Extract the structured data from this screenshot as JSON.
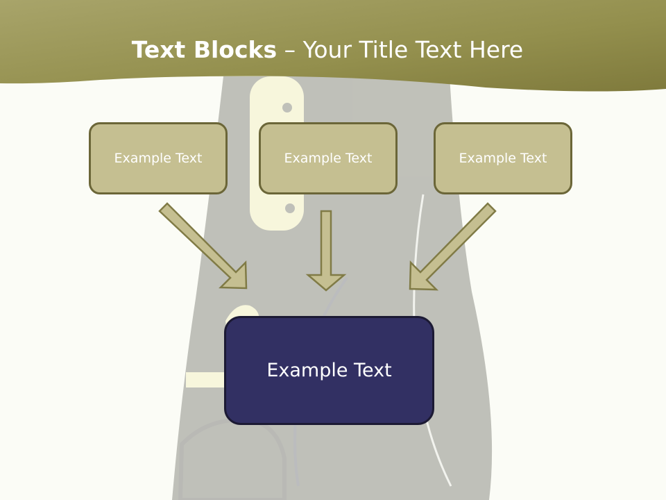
{
  "title": {
    "bold": "Text Blocks",
    "rest": " – Your Title Text Here"
  },
  "blocks": [
    {
      "label": "Example Text"
    },
    {
      "label": "Example Text"
    },
    {
      "label": "Example Text"
    }
  ],
  "main_block": {
    "label": "Example Text"
  },
  "colors": {
    "header": "#938e4e",
    "small_box_fill": "#c5bf91",
    "small_box_border": "#6b6638",
    "main_box_fill": "#323063",
    "arrow_fill": "#c5bf91",
    "background": "#fbfcf6"
  }
}
